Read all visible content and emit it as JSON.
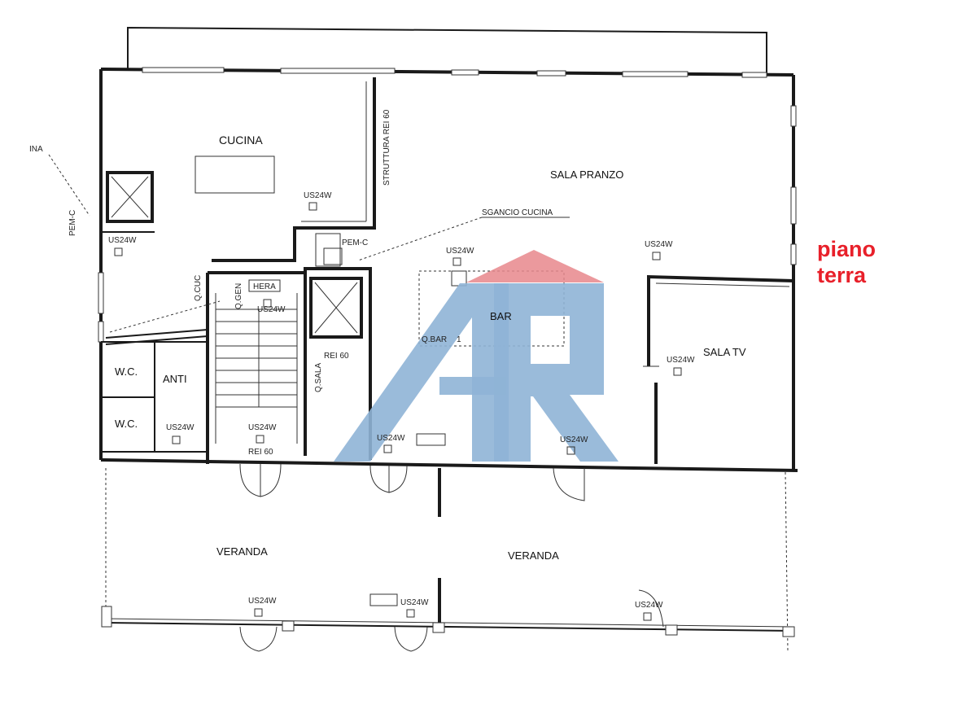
{
  "floor_label": {
    "line1": "piano",
    "line2": "terra",
    "color": "#e8202a"
  },
  "rooms": {
    "cucina": "CUCINA",
    "sala_pranzo": "SALA PRANZO",
    "bar": "BAR",
    "sala_tv": "SALA TV",
    "wc1": "W.C.",
    "wc2": "W.C.",
    "anti": "ANTI",
    "veranda_left": "VERANDA",
    "veranda_right": "VERANDA"
  },
  "annotations": {
    "ina": "INA",
    "pem_c_left": "PEM-C",
    "pem_c_right": "PEM-C",
    "struttura": "STRUTTURA REI 60",
    "sgancio": "SGANCIO CUCINA",
    "hera": "HERA",
    "q_bar": "Q.BAR",
    "q_bar_num": "1",
    "q_sala": "Q.SALA",
    "q_cuc": "Q.CUC",
    "q_gen": "Q.GEN",
    "rei60_a": "REI 60",
    "rei60_b": "REI 60"
  },
  "fixtures": {
    "us24w": "US24W"
  },
  "logo": {
    "text": "AR",
    "roof_color": "#e8878c",
    "letter_color": "#8fb4d6"
  }
}
